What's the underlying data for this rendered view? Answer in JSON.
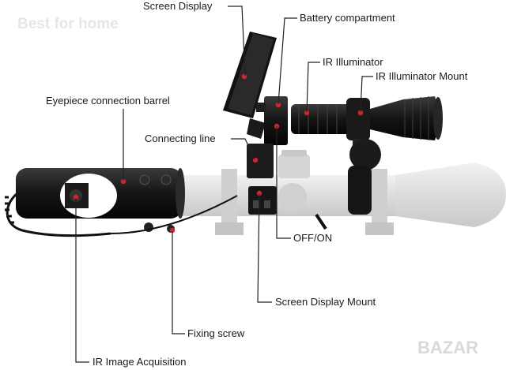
{
  "watermark_top": "Best for home",
  "watermark_bottom": "BAZAR",
  "colors": {
    "marker": "#d3262b",
    "scope_body": "#e4e4e4",
    "device": "#141414"
  },
  "labels": {
    "screen_display": "Screen Display",
    "battery_compartment": "Battery compartment",
    "ir_illuminator": "IR Illuminator",
    "ir_illuminator_mount": "IR Illuminator Mount",
    "eyepiece_barrel": "Eyepiece connection barrel",
    "connecting_line": "Connecting line",
    "off_on": "OFF/ON",
    "screen_display_mount": "Screen Display Mount",
    "fixing_screw": "Fixing screw",
    "ir_image_acquisition": "IR Image Acquisition"
  }
}
